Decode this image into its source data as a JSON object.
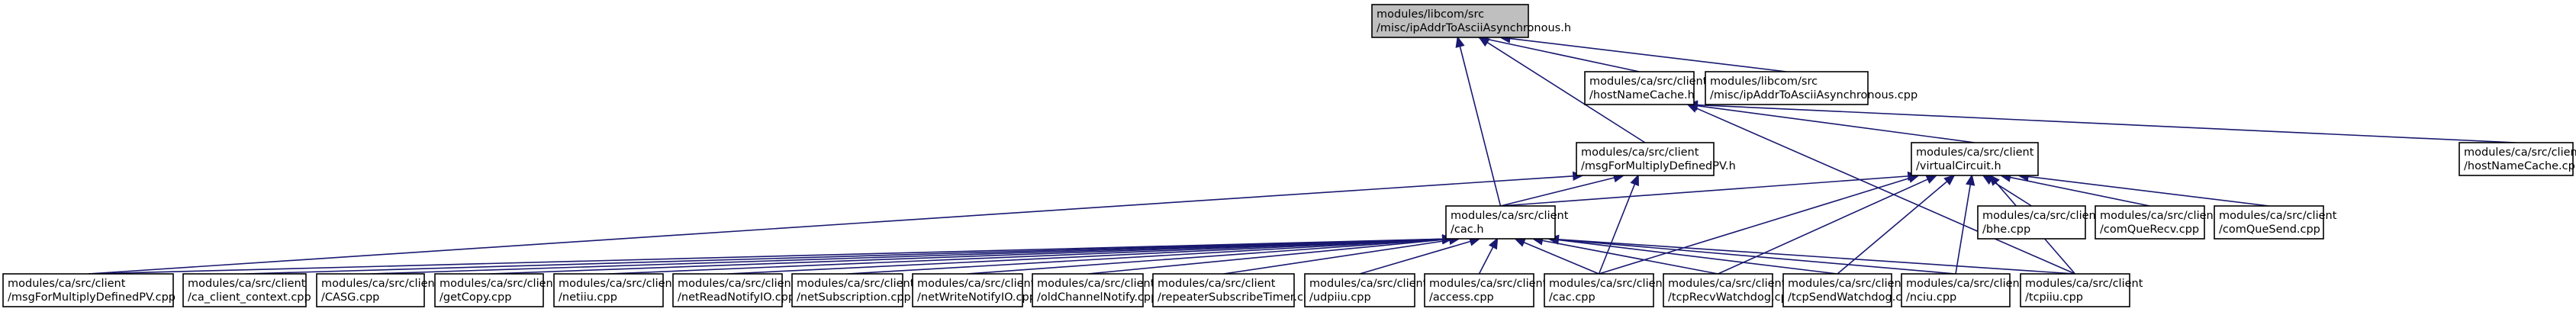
{
  "diagram": {
    "type": "include-dependency-graph",
    "nodes": [
      {
        "id": "root",
        "line1": "modules/libcom/src",
        "line2": "/misc/ipAddrToAsciiAsynchronous.h",
        "root": true
      },
      {
        "id": "hostNameCache_h",
        "line1": "modules/ca/src/client",
        "line2": "/hostNameCache.h"
      },
      {
        "id": "ipAddr_cpp",
        "line1": "modules/libcom/src",
        "line2": "/misc/ipAddrToAsciiAsynchronous.cpp"
      },
      {
        "id": "msgForMultiplyDefinedPV_h",
        "line1": "modules/ca/src/client",
        "line2": "/msgForMultiplyDefinedPV.h"
      },
      {
        "id": "virtualCircuit_h",
        "line1": "modules/ca/src/client",
        "line2": "/virtualCircuit.h"
      },
      {
        "id": "hostNameCache_cpp",
        "line1": "modules/ca/src/client",
        "line2": "/hostNameCache.cpp"
      },
      {
        "id": "cac_h",
        "line1": "modules/ca/src/client",
        "line2": "/cac.h"
      },
      {
        "id": "bhe_cpp",
        "line1": "modules/ca/src/client",
        "line2": "/bhe.cpp"
      },
      {
        "id": "comQueRecv_cpp",
        "line1": "modules/ca/src/client",
        "line2": "/comQueRecv.cpp"
      },
      {
        "id": "comQueSend_cpp",
        "line1": "modules/ca/src/client",
        "line2": "/comQueSend.cpp"
      },
      {
        "id": "msgForMultiplyDefinedPV_cpp",
        "line1": "modules/ca/src/client",
        "line2": "/msgForMultiplyDefinedPV.cpp"
      },
      {
        "id": "ca_client_context_cpp",
        "line1": "modules/ca/src/client",
        "line2": "/ca_client_context.cpp"
      },
      {
        "id": "CASG_cpp",
        "line1": "modules/ca/src/client",
        "line2": "/CASG.cpp"
      },
      {
        "id": "getCopy_cpp",
        "line1": "modules/ca/src/client",
        "line2": "/getCopy.cpp"
      },
      {
        "id": "netiiu_cpp",
        "line1": "modules/ca/src/client",
        "line2": "/netiiu.cpp"
      },
      {
        "id": "netReadNotifyIO_cpp",
        "line1": "modules/ca/src/client",
        "line2": "/netReadNotifyIO.cpp"
      },
      {
        "id": "netSubscription_cpp",
        "line1": "modules/ca/src/client",
        "line2": "/netSubscription.cpp"
      },
      {
        "id": "netWriteNotifyIO_cpp",
        "line1": "modules/ca/src/client",
        "line2": "/netWriteNotifyIO.cpp"
      },
      {
        "id": "oldChannelNotify_cpp",
        "line1": "modules/ca/src/client",
        "line2": "/oldChannelNotify.cpp"
      },
      {
        "id": "repeaterSubscribeTimer_cpp",
        "line1": "modules/ca/src/client",
        "line2": "/repeaterSubscribeTimer.cpp"
      },
      {
        "id": "udpiiu_cpp",
        "line1": "modules/ca/src/client",
        "line2": "/udpiiu.cpp"
      },
      {
        "id": "access_cpp",
        "line1": "modules/ca/src/client",
        "line2": "/access.cpp"
      },
      {
        "id": "cac_cpp",
        "line1": "modules/ca/src/client",
        "line2": "/cac.cpp"
      },
      {
        "id": "tcpRecvWatchdog_cpp",
        "line1": "modules/ca/src/client",
        "line2": "/tcpRecvWatchdog.cpp"
      },
      {
        "id": "tcpSendWatchdog_cpp",
        "line1": "modules/ca/src/client",
        "line2": "/tcpSendWatchdog.cpp"
      },
      {
        "id": "nciu_cpp",
        "line1": "modules/ca/src/client",
        "line2": "/nciu.cpp"
      },
      {
        "id": "tcpiiu_cpp",
        "line1": "modules/ca/src/client",
        "line2": "/tcpiiu.cpp"
      }
    ],
    "edges": [
      {
        "from": "root",
        "to": "hostNameCache_h"
      },
      {
        "from": "root",
        "to": "ipAddr_cpp"
      },
      {
        "from": "root",
        "to": "msgForMultiplyDefinedPV_h"
      },
      {
        "from": "root",
        "to": "cac_h"
      },
      {
        "from": "hostNameCache_h",
        "to": "virtualCircuit_h"
      },
      {
        "from": "hostNameCache_h",
        "to": "hostNameCache_cpp"
      },
      {
        "from": "hostNameCache_h",
        "to": "tcpiiu_cpp"
      },
      {
        "from": "msgForMultiplyDefinedPV_h",
        "to": "cac_h"
      },
      {
        "from": "msgForMultiplyDefinedPV_h",
        "to": "msgForMultiplyDefinedPV_cpp"
      },
      {
        "from": "msgForMultiplyDefinedPV_h",
        "to": "cac_cpp"
      },
      {
        "from": "virtualCircuit_h",
        "to": "cac_h"
      },
      {
        "from": "virtualCircuit_h",
        "to": "bhe_cpp"
      },
      {
        "from": "virtualCircuit_h",
        "to": "comQueRecv_cpp"
      },
      {
        "from": "virtualCircuit_h",
        "to": "comQueSend_cpp"
      },
      {
        "from": "virtualCircuit_h",
        "to": "cac_cpp"
      },
      {
        "from": "virtualCircuit_h",
        "to": "tcpRecvWatchdog_cpp"
      },
      {
        "from": "virtualCircuit_h",
        "to": "tcpSendWatchdog_cpp"
      },
      {
        "from": "virtualCircuit_h",
        "to": "nciu_cpp"
      },
      {
        "from": "virtualCircuit_h",
        "to": "tcpiiu_cpp"
      },
      {
        "from": "cac_h",
        "to": "msgForMultiplyDefinedPV_cpp"
      },
      {
        "from": "cac_h",
        "to": "ca_client_context_cpp"
      },
      {
        "from": "cac_h",
        "to": "CASG_cpp"
      },
      {
        "from": "cac_h",
        "to": "getCopy_cpp"
      },
      {
        "from": "cac_h",
        "to": "netiiu_cpp"
      },
      {
        "from": "cac_h",
        "to": "netReadNotifyIO_cpp"
      },
      {
        "from": "cac_h",
        "to": "netSubscription_cpp"
      },
      {
        "from": "cac_h",
        "to": "netWriteNotifyIO_cpp"
      },
      {
        "from": "cac_h",
        "to": "oldChannelNotify_cpp"
      },
      {
        "from": "cac_h",
        "to": "repeaterSubscribeTimer_cpp"
      },
      {
        "from": "cac_h",
        "to": "udpiiu_cpp"
      },
      {
        "from": "cac_h",
        "to": "access_cpp"
      },
      {
        "from": "cac_h",
        "to": "cac_cpp"
      },
      {
        "from": "cac_h",
        "to": "tcpRecvWatchdog_cpp"
      },
      {
        "from": "cac_h",
        "to": "tcpSendWatchdog_cpp"
      },
      {
        "from": "cac_h",
        "to": "nciu_cpp"
      },
      {
        "from": "cac_h",
        "to": "tcpiiu_cpp"
      }
    ],
    "colors": {
      "edge": "#191970",
      "root_fill": "#bfbfbf",
      "node_fill": "#ffffff",
      "border": "#000000"
    }
  }
}
